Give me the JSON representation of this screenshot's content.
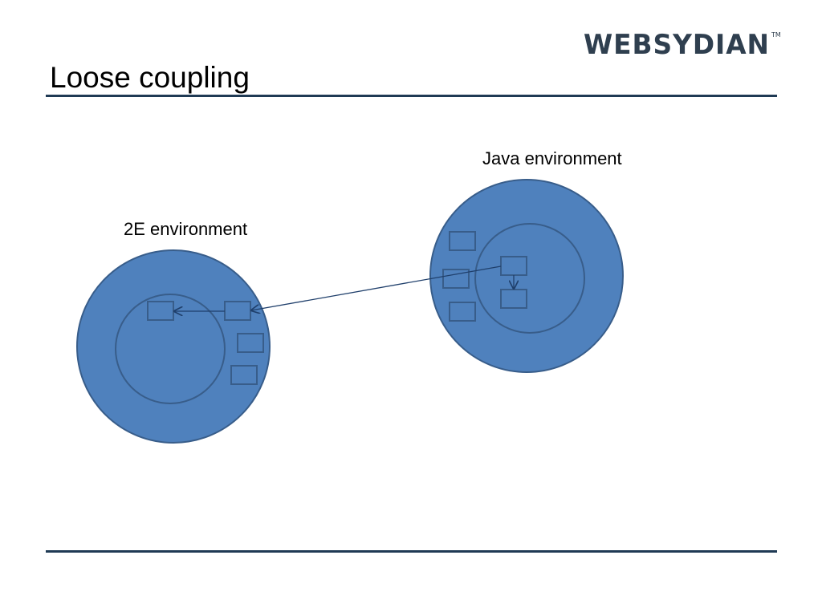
{
  "slide": {
    "title": "Loose coupling",
    "logo_text": "WEBSYDIAN",
    "logo_mark": "TM"
  },
  "diagram": {
    "environments": [
      {
        "id": "java",
        "label": "Java environment"
      },
      {
        "id": "2e",
        "label": "2E environment"
      }
    ]
  },
  "colors": {
    "circle_fill": "#4f81bd",
    "stroke": "#385d8a",
    "arrow": "#1f3f6b",
    "rule": "#1f3a54",
    "logo": "#2f3f4f"
  }
}
